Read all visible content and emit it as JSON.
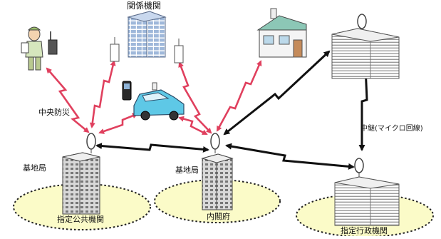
{
  "labels": {
    "related_agencies": "関係機関",
    "central_disaster": "中央防災",
    "base_station_left": "基地局",
    "base_station_center": "基地局",
    "relay": "中継(マイクロ回線)",
    "designated_public": "指定公共機関",
    "cabinet_office": "内閣府",
    "designated_admin": "指定行政機関"
  },
  "colors": {
    "link_red": "#e0405e",
    "link_black": "#111111",
    "zone_fill": "#fbfbc8",
    "car_body": "#5ec8e6"
  },
  "icons": [
    "person-with-radio-icon",
    "office-building-icon",
    "house-icon",
    "car-with-phone-icon",
    "radio-tower-icon"
  ]
}
